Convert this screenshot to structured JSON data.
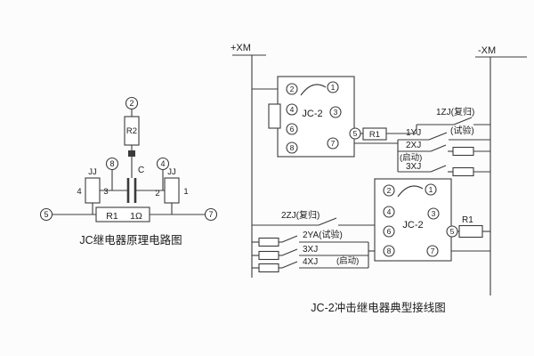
{
  "left": {
    "caption": "JC继电器原理电路图",
    "r2_label": "R2",
    "cap_label": "C",
    "jj_left": "JJ",
    "jj_right": "JJ",
    "pin_4": "4",
    "pin_3": "3",
    "pin_2": "2",
    "pin_1": "1",
    "r1_label": "R1",
    "r1_value": "1Ω",
    "term_2": "2",
    "term_8": "8",
    "term_4": "4",
    "term_5": "5",
    "term_7": "7"
  },
  "right": {
    "caption": "JC-2冲击继电器典型接线图",
    "bus_positive": "+XM",
    "bus_negative": "-XM",
    "unit1": {
      "name": "JC-2",
      "r1_label": "R1",
      "term_1": "1",
      "term_2": "2",
      "term_3": "3",
      "term_4": "4",
      "term_5": "5",
      "term_6": "6",
      "term_7": "7",
      "term_8": "8",
      "contact_1zj": "1ZJ(复归)",
      "contact_1yj": "1YJ",
      "label_test": "(试验)",
      "contact_2xj": "2XJ",
      "label_start": "(启动)",
      "contact_3xj": "3XJ"
    },
    "unit2": {
      "name": "JC-2",
      "r1_label": "R1",
      "term_1": "1",
      "term_2": "2",
      "term_3": "3",
      "term_4": "4",
      "term_5": "5",
      "term_6": "6",
      "term_7": "7",
      "term_8": "8",
      "contact_2zj": "2ZJ(复归)",
      "contact_2ya": "2YA(试验)",
      "contact_3xj": "3XJ",
      "label_start": "(启动)",
      "contact_4xj": "4XJ"
    }
  }
}
